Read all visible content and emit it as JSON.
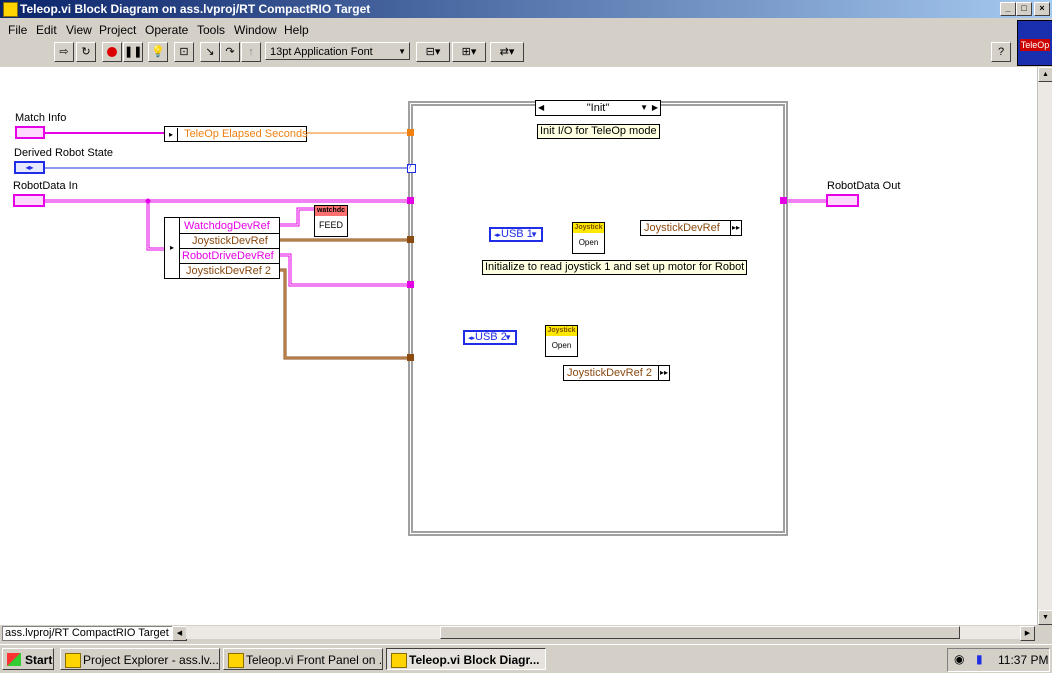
{
  "window": {
    "title": "Teleop.vi Block Diagram on ass.lvproj/RT CompactRIO Target",
    "min_glyph": "_",
    "max_glyph": "□",
    "close_glyph": "×"
  },
  "menu": [
    "File",
    "Edit",
    "View",
    "Project",
    "Operate",
    "Tools",
    "Window",
    "Help"
  ],
  "toolbar": {
    "font_select_value": "13pt Application Font",
    "help_glyph": "?"
  },
  "icon_label": "TeleOp",
  "diagram": {
    "controls": {
      "match_info": "Match Info",
      "derived_robot_state": "Derived Robot State",
      "robotdata_in": "RobotData In",
      "robotdata_out": "RobotData Out"
    },
    "teleop_elapsed": "TeleOp Elapsed Seconds",
    "unbundle": [
      "WatchdogDevRef",
      "JoystickDevRef",
      "RobotDriveDevRef",
      "JoystickDevRef 2"
    ],
    "watchdog": {
      "header": "watchdc",
      "body": "FEED"
    },
    "case_selector": "\"Init\"",
    "case_comment": "Init I/O for TeleOp mode",
    "usb1": "USB 1",
    "usb2": "USB 2",
    "joystick": {
      "header": "Joystick",
      "body": "Open"
    },
    "bundle1": "JoystickDevRef",
    "bundle2": "JoystickDevRef 2",
    "comment_joystick": "Initialize to read joystick 1 and set up motor for Robot"
  },
  "status": {
    "target": "ass.lvproj/RT CompactRIO Target"
  },
  "taskbar": {
    "start": "Start",
    "tasks": [
      "Project Explorer - ass.lv...",
      "Teleop.vi Front Panel on ...",
      "Teleop.vi Block Diagr..."
    ],
    "clock": "11:37 PM"
  }
}
